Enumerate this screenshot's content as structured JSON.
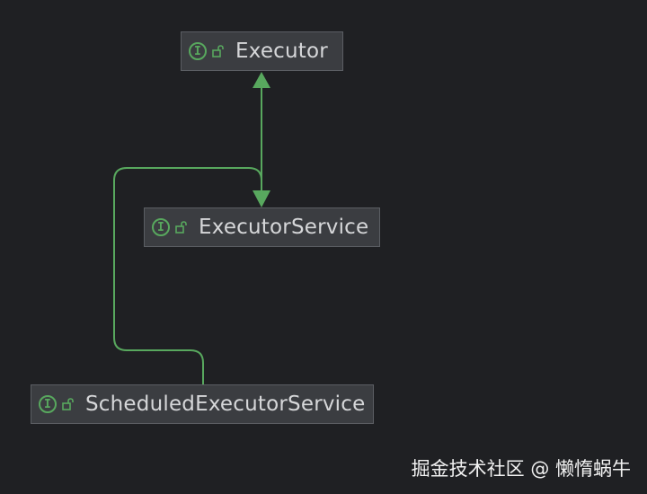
{
  "diagram": {
    "nodes": [
      {
        "id": "executor",
        "label": "Executor",
        "kind": "interface",
        "kind_icon": "I",
        "access_icon": "unlock-icon"
      },
      {
        "id": "executorservice",
        "label": "ExecutorService",
        "kind": "interface",
        "kind_icon": "I",
        "access_icon": "unlock-icon"
      },
      {
        "id": "scheduled",
        "label": "ScheduledExecutorService",
        "kind": "interface",
        "kind_icon": "I",
        "access_icon": "unlock-icon"
      }
    ],
    "edges": [
      {
        "from": "executorservice",
        "to": "executor",
        "type": "extends"
      },
      {
        "from": "scheduled",
        "to": "executorservice",
        "type": "extends"
      }
    ],
    "colors": {
      "background": "#1f2023",
      "node_fill": "#3b3d41",
      "node_border": "#5b5e63",
      "edge": "#58a85e",
      "text": "#d6d7d9"
    }
  },
  "watermark": "掘金技术社区 @ 懒惰蜗牛"
}
